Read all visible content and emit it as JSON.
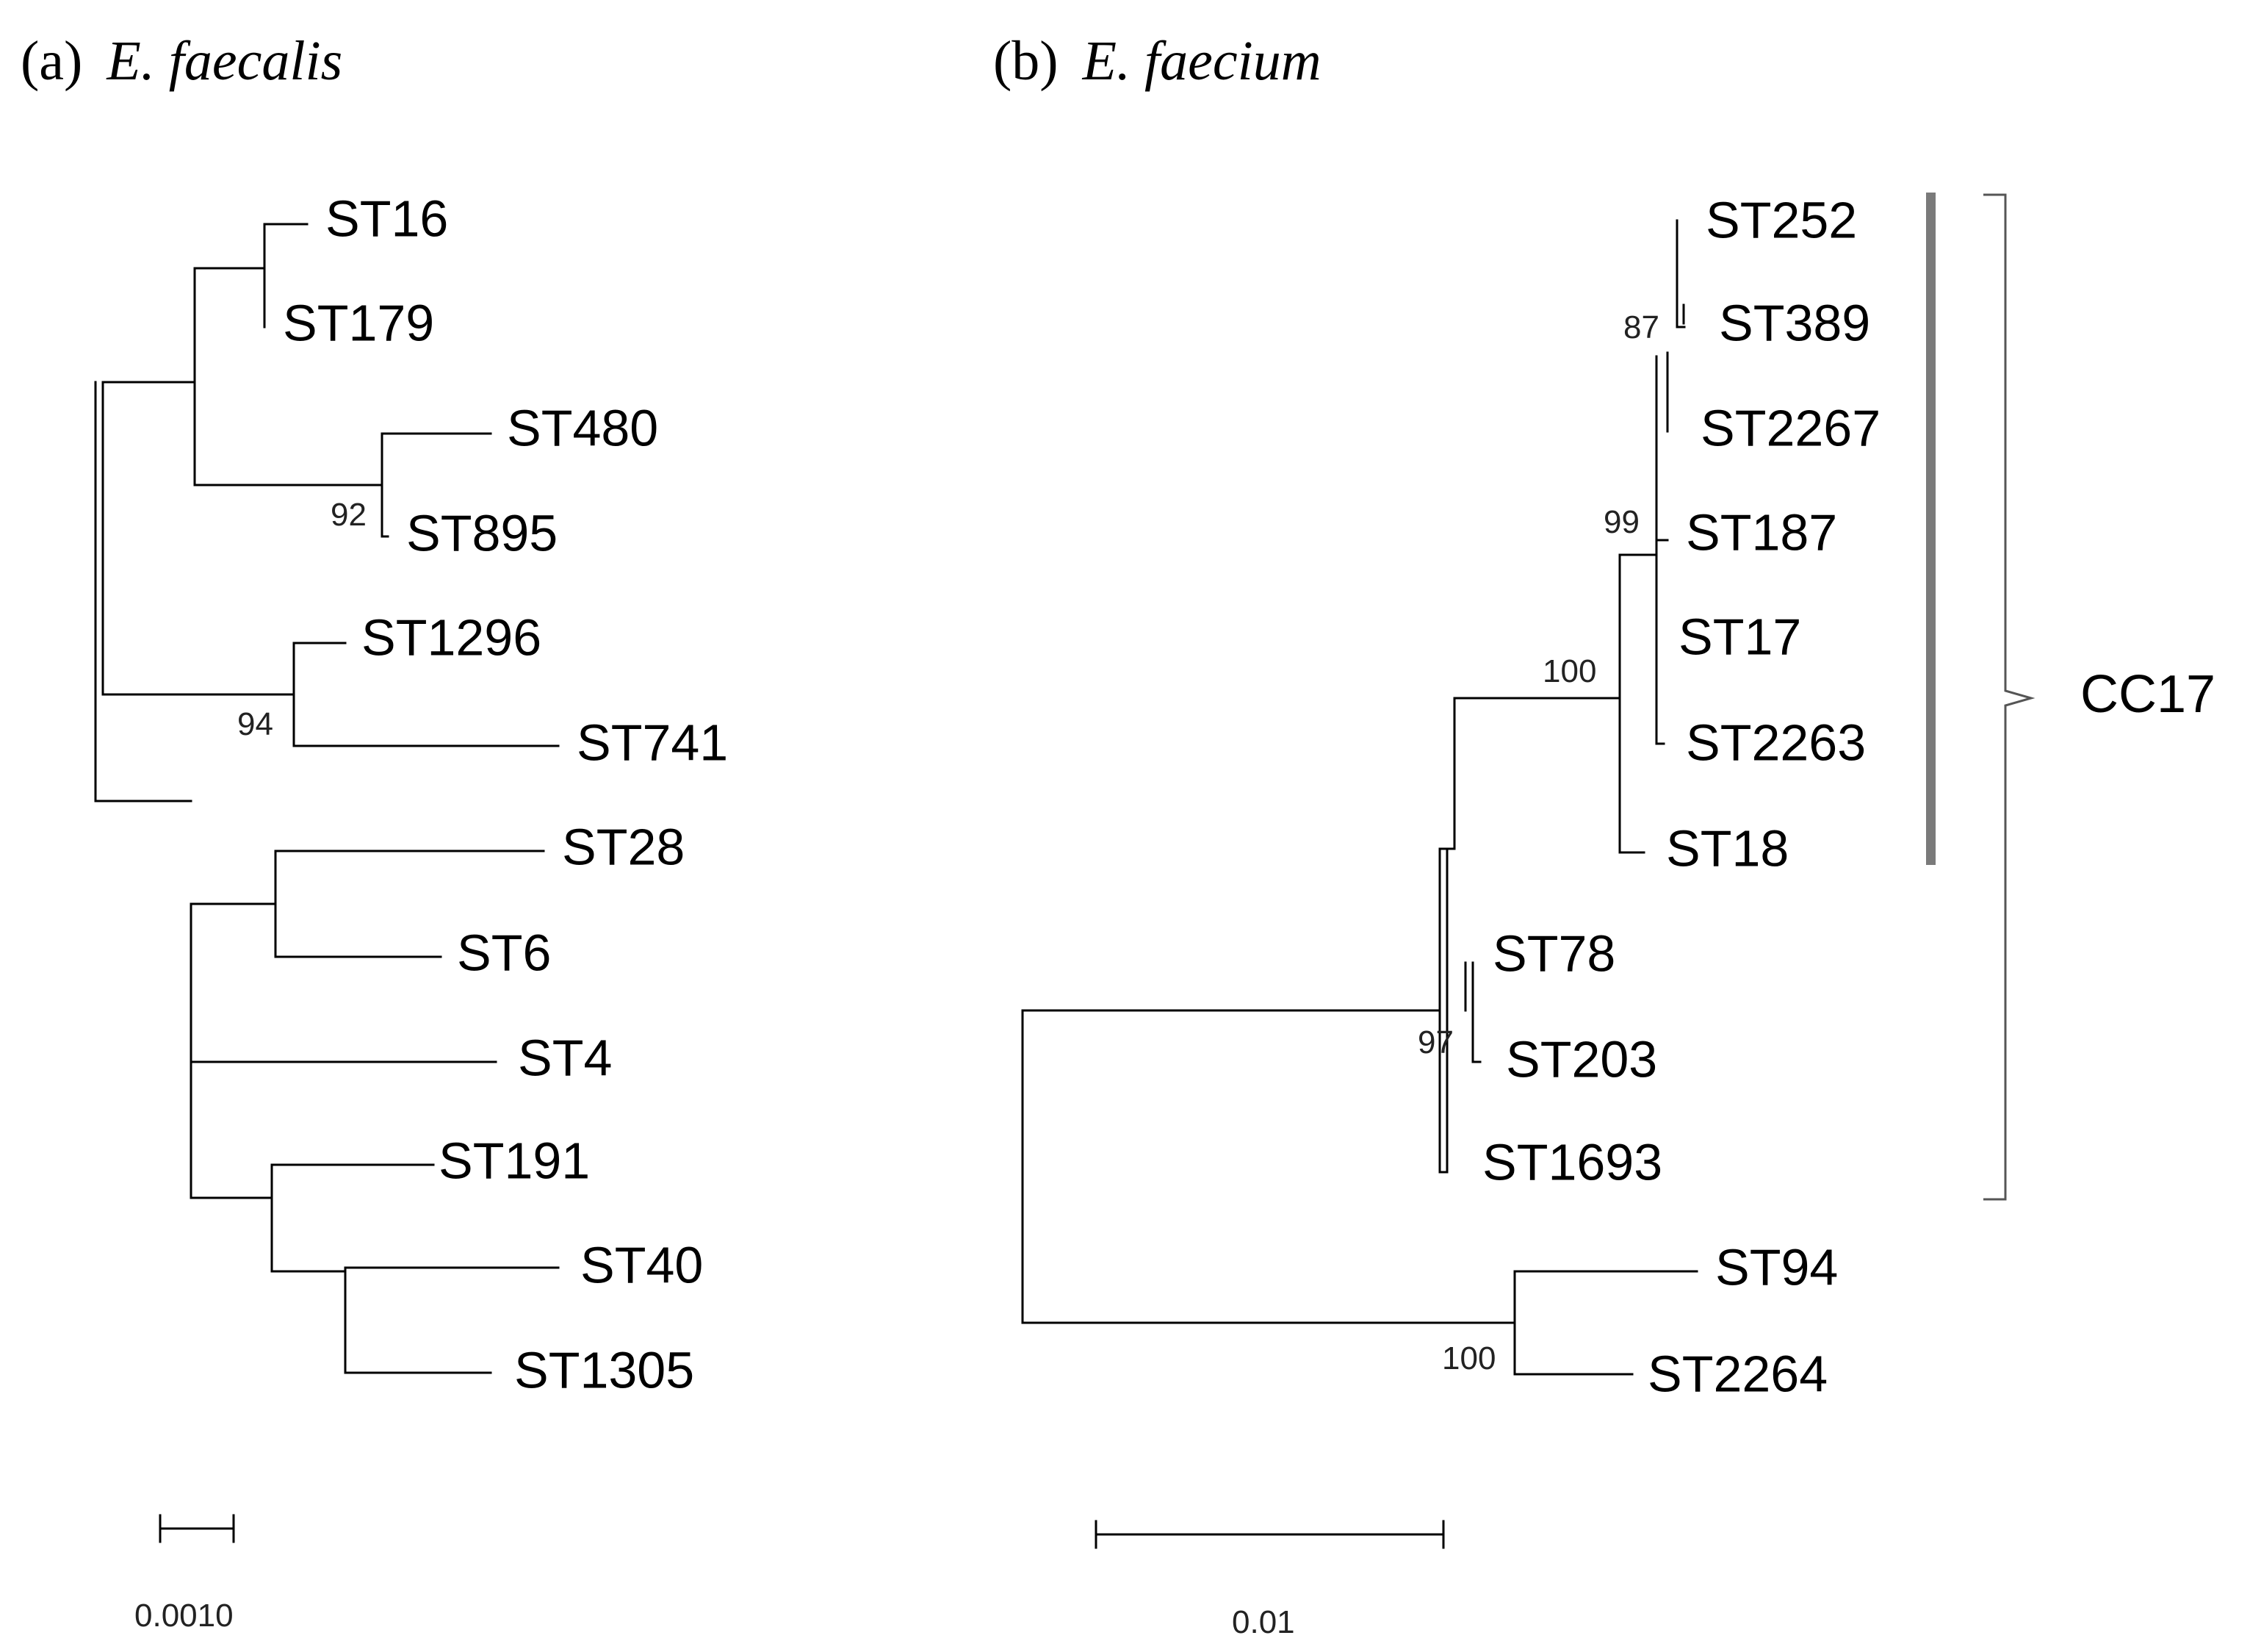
{
  "panels": [
    {
      "id": "a",
      "title_prefix": "(a)",
      "title_species": "E. faecalis",
      "scale_label": "0.0010",
      "tips": [
        "ST16",
        "ST179",
        "ST480",
        "ST895",
        "ST1296",
        "ST741",
        "ST28",
        "ST6",
        "ST4",
        "ST191",
        "ST40",
        "ST1305"
      ],
      "support_values": [
        "92",
        "94"
      ]
    },
    {
      "id": "b",
      "title_prefix": "(b)",
      "title_species": "E. faecium",
      "scale_label": "0.01",
      "tips": [
        "ST252",
        "ST389",
        "ST2267",
        "ST187",
        "ST17",
        "ST2263",
        "ST18",
        "ST78",
        "ST203",
        "ST1693",
        "ST94",
        "ST2264"
      ],
      "support_values": [
        "87",
        "99",
        "100",
        "97",
        "100"
      ],
      "clade_label": "CC17",
      "colors": {
        "highlight_bar": "#7a7a7a",
        "bracket": "#555555"
      }
    }
  ]
}
